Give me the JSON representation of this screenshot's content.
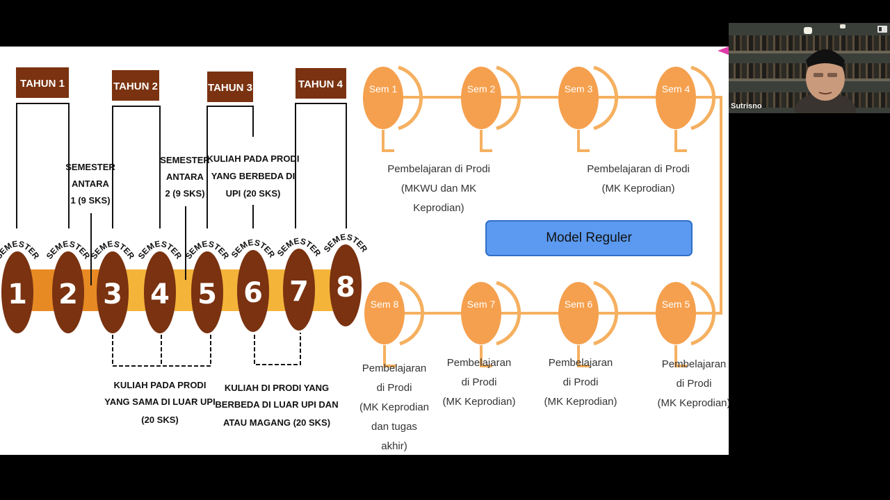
{
  "left_diagram": {
    "tahun": [
      "TAHUN 1",
      "TAHUN 2",
      "TAHUN 3",
      "TAHUN 4"
    ],
    "semester_word": "SEMESTER",
    "semester_numbers": [
      "1",
      "2",
      "3",
      "4",
      "5",
      "6",
      "7",
      "8"
    ],
    "semester_antara_1": [
      "SEMESTER",
      "ANTARA",
      "1 (9 SKS)"
    ],
    "semester_antara_2": [
      "SEMESTER",
      "ANTARA",
      "2 (9 SKS)"
    ],
    "kuliah_prodi_berbeda_upi": [
      "KULIAH PADA PRODI",
      "YANG BERBEDA DI",
      "UPI (20 SKS)"
    ],
    "kuliah_prodi_sama_luar": [
      "KULIAH PADA PRODI",
      "YANG SAMA DI LUAR UPI",
      "(20 SKS)"
    ],
    "kuliah_prodi_berbeda_luar": [
      "KULIAH DI PRODI YANG",
      "BERBEDA DI LUAR UPI DAN",
      "ATAU MAGANG (20 SKS)"
    ]
  },
  "right_diagram": {
    "top_row": [
      "Sem 1",
      "Sem 2",
      "Sem 3",
      "Sem 4"
    ],
    "bottom_row": [
      "Sem 8",
      "Sem 7",
      "Sem 6",
      "Sem 5"
    ],
    "desc_top_left": [
      "Pembelajaran di Prodi",
      "(MKWU dan MK",
      "Keprodian)"
    ],
    "desc_top_right": [
      "Pembelajaran di Prodi",
      "(MK Keprodian)"
    ],
    "desc_sem8": [
      "Pembelajaran",
      "di Prodi",
      "(MK Keprodian",
      "dan tugas",
      "akhir)"
    ],
    "desc_sem7": [
      "Pembelajaran",
      "di Prodi",
      "(MK Keprodian)"
    ],
    "desc_sem6": [
      "Pembelajaran",
      "di Prodi",
      "(MK Keprodian)"
    ],
    "desc_sem5": [
      "Pembelajaran",
      "di Prodi",
      "(MK Keprodian)"
    ],
    "model_label": "Model Reguler"
  },
  "video": {
    "participant_name": "Sutrisno"
  },
  "colors": {
    "brown": "#7a3210",
    "orange_band": "#f4b43a",
    "orange_circle": "#f5a04e",
    "model_blue": "#5b9af0"
  }
}
